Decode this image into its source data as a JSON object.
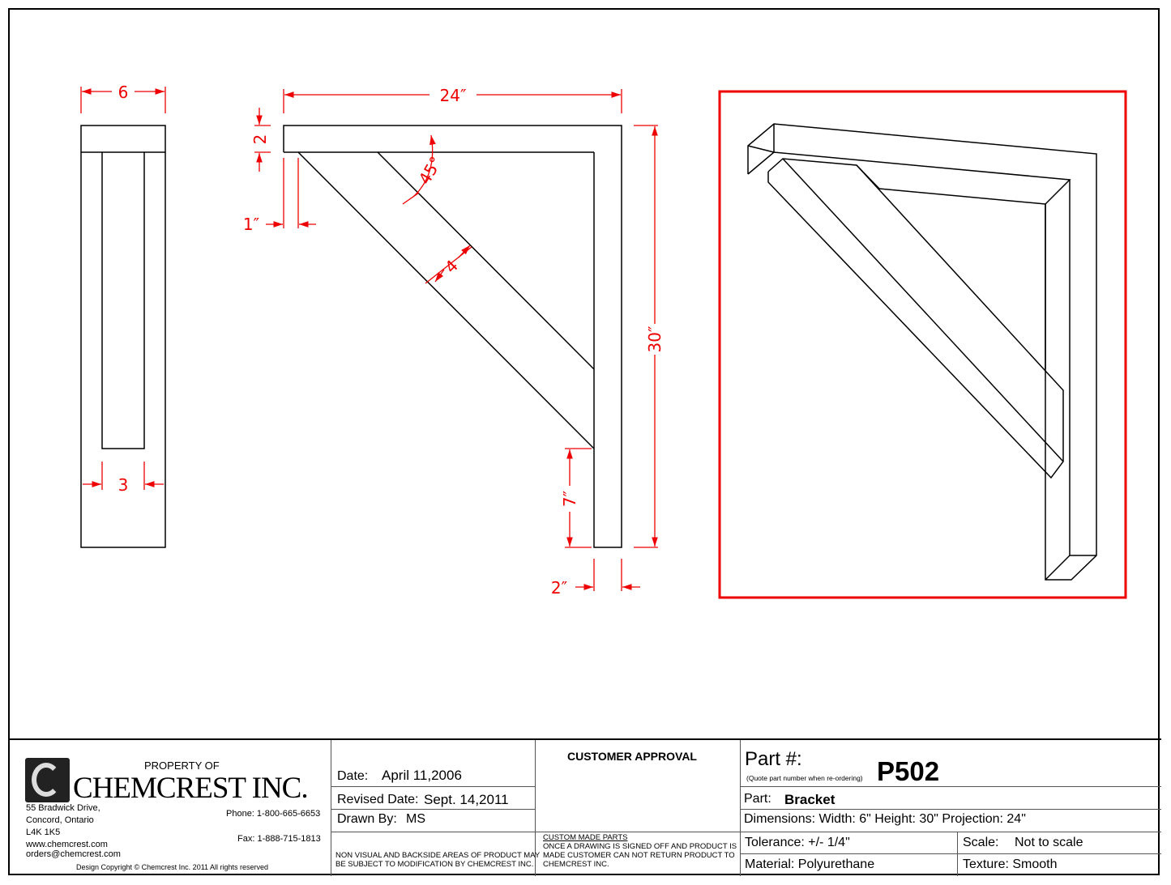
{
  "drawing": {
    "side_view": {
      "width_label": "6",
      "inner_label": "3"
    },
    "front_view": {
      "projection_label": "24″",
      "height_label": "30″",
      "top_thickness_label": "2",
      "offset_label": "1″",
      "angle_label": "45°",
      "brace_width_label": "4",
      "post_drop_label": "7″",
      "post_thickness_label": "2″"
    },
    "accent_color": "#ee1111"
  },
  "title_block": {
    "company": {
      "property_of": "PROPERTY OF",
      "name": "CHEMCREST INC.",
      "address": [
        "55 Bradwick Drive,",
        "Concord, Ontario",
        "L4K 1K5"
      ],
      "website": "www.chemcrest.com",
      "email": "orders@chemcrest.com",
      "phone": "Phone: 1-800-665-6653",
      "fax": "Fax: 1-888-715-1813",
      "copyright": "Design Copyright © Chemcrest Inc. 2011 All rights reserved"
    },
    "dates": {
      "date_label": "Date:",
      "date_value": "April 11,2006",
      "revised_label": "Revised Date:",
      "revised_value": "Sept. 14,2011",
      "drawn_label": "Drawn By:",
      "drawn_value": "MS",
      "notice": [
        "NON VISUAL AND BACKSIDE AREAS OF PRODUCT MAY",
        "BE SUBJECT TO MODIFICATION BY CHEMCREST INC."
      ]
    },
    "approval": {
      "title": "CUSTOMER APPROVAL",
      "custom_title": "CUSTOM MADE PARTS",
      "custom_text": [
        "ONCE A DRAWING IS SIGNED OFF AND PRODUCT IS",
        "MADE CUSTOMER CAN NOT RETURN PRODUCT TO",
        "CHEMCREST INC."
      ]
    },
    "part": {
      "part_no_label": "Part #:",
      "part_no_hint": "(Quote part number when re-ordering)",
      "part_no": "P502",
      "part_label": "Part:",
      "part_value": "Bracket",
      "dimensions": "Dimensions: Width: 6\" Height: 30\" Projection: 24\"",
      "tolerance": "Tolerance: +/- 1/4\"",
      "scale_label": "Scale:",
      "scale_value": "Not to scale",
      "material": "Material: Polyurethane",
      "texture": "Texture: Smooth"
    }
  }
}
